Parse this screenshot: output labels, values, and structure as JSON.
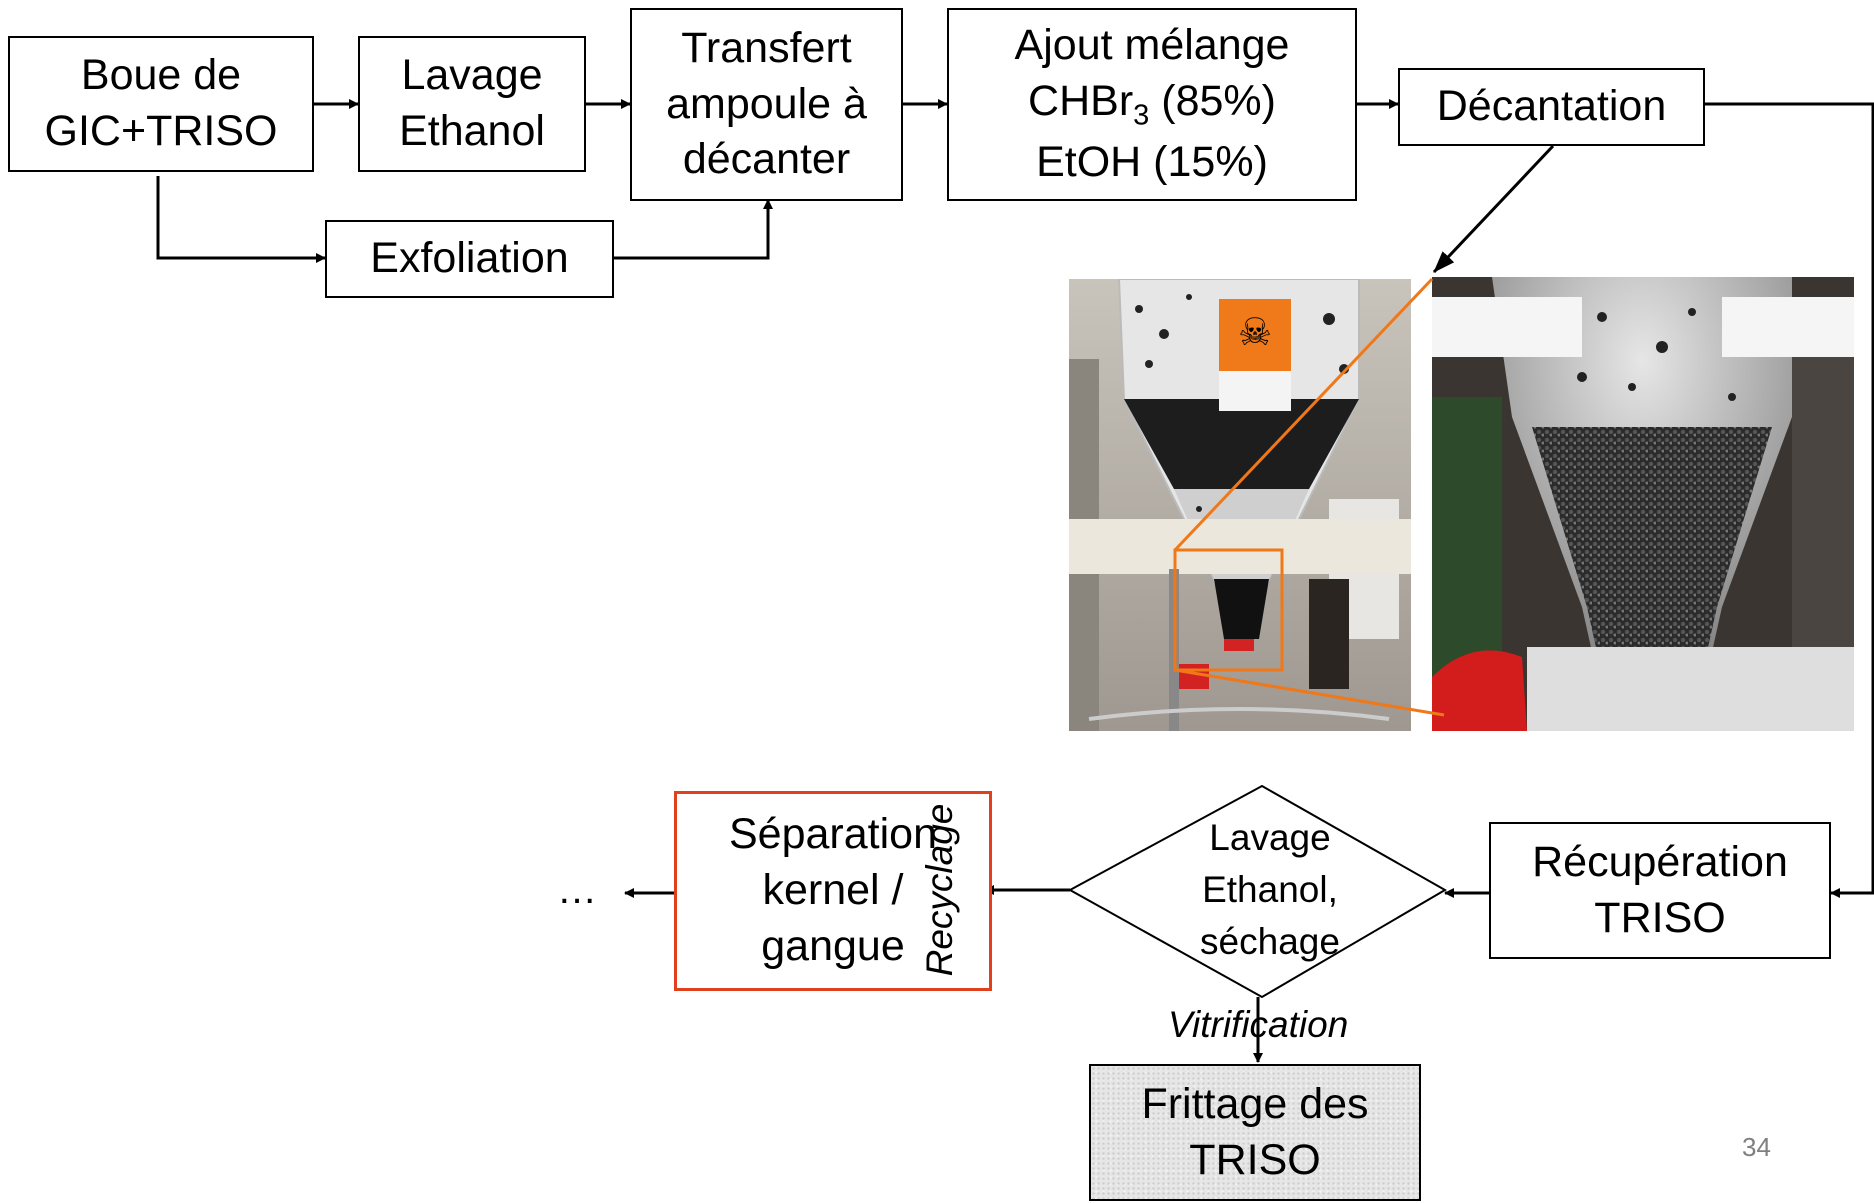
{
  "slide_number": "34",
  "nodes": {
    "boue": {
      "lines": [
        "Boue de",
        "GIC+TRISO"
      ]
    },
    "lavage1": {
      "lines": [
        "Lavage",
        "Ethanol"
      ]
    },
    "transfert": {
      "lines": [
        "Transfert",
        "ampoule à",
        "décanter"
      ]
    },
    "ajout": {
      "line1": "Ajout mélange",
      "line2_pre": "CHBr",
      "line2_sub": "3",
      "line2_post": " (85%)",
      "line3": "EtOH (15%)"
    },
    "decantation": {
      "label": "Décantation"
    },
    "exfoliation": {
      "label": "Exfoliation"
    },
    "recuperation": {
      "lines": [
        "Récupération",
        "TRISO"
      ]
    },
    "lavage2": {
      "lines": [
        "Lavage",
        "Ethanol,",
        "séchage"
      ]
    },
    "separation": {
      "lines": [
        "Séparation",
        "kernel /",
        "gangue"
      ]
    },
    "frittage": {
      "lines": [
        "Frittage des",
        "TRISO"
      ]
    }
  },
  "edge_labels": {
    "recyclage": "Recyclage",
    "vitrification": "Vitrification",
    "ellipsis": "…"
  },
  "colors": {
    "line": "#000000",
    "highlight_border": "#e0401c",
    "zoom_lines": "#f07818",
    "frittage_fill": "#e6e6e6"
  },
  "photos": {
    "left": {
      "description_icon": "toxic-hazard-icon"
    },
    "right": {
      "description_icon": "zoom-photo"
    }
  }
}
